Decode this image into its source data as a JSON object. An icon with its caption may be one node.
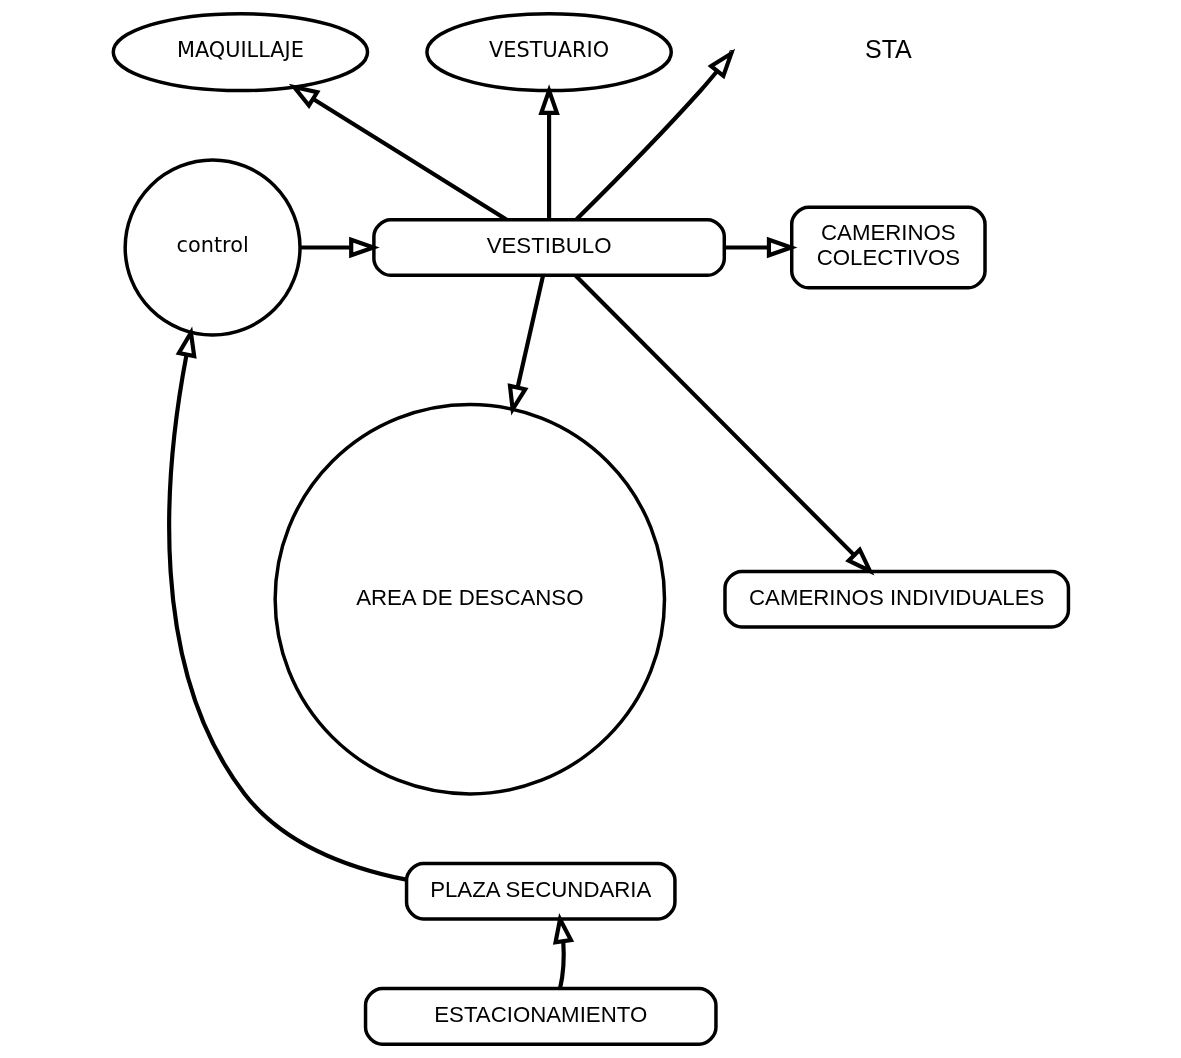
{
  "diagram": {
    "nodes": [
      {
        "text": [
          "MAQUILLAJE"
        ]
      },
      {
        "text": [
          "VESTUARIO"
        ]
      },
      {
        "text": [
          "CAMERINOS",
          "COLECTIVOS"
        ]
      },
      {
        "text": [
          "VESTIBULO"
        ]
      },
      {
        "text": [
          "control"
        ]
      },
      {
        "text": [
          "CAMERINOS INDIVIDUALES"
        ]
      },
      {
        "text": [
          "AREA DE DESCANSO"
        ]
      },
      {
        "text": [
          "PLAZA SECUNDARIA"
        ]
      },
      {
        "text": [
          "ESTACIONAMIENTO"
        ]
      }
    ],
    "edges": [
      {
        "from": 3,
        "to": 0,
        "arrow": "to"
      },
      {
        "from": 3,
        "to": 1,
        "arrow": "to"
      },
      {
        "from": 3,
        "to": null,
        "arrow": "to"
      },
      {
        "from": 3,
        "to": 2,
        "arrow": "to"
      },
      {
        "from": 4,
        "to": 3,
        "arrow": "to"
      },
      {
        "from": 3,
        "to": 5,
        "arrow": "to"
      },
      {
        "from": 3,
        "to": 6,
        "arrow": "to"
      },
      {
        "from": 7,
        "to": 4,
        "arrow": "to"
      },
      {
        "from": 8,
        "to": 7,
        "arrow": "to"
      }
    ],
    "labels": [
      "STA"
    ]
  }
}
